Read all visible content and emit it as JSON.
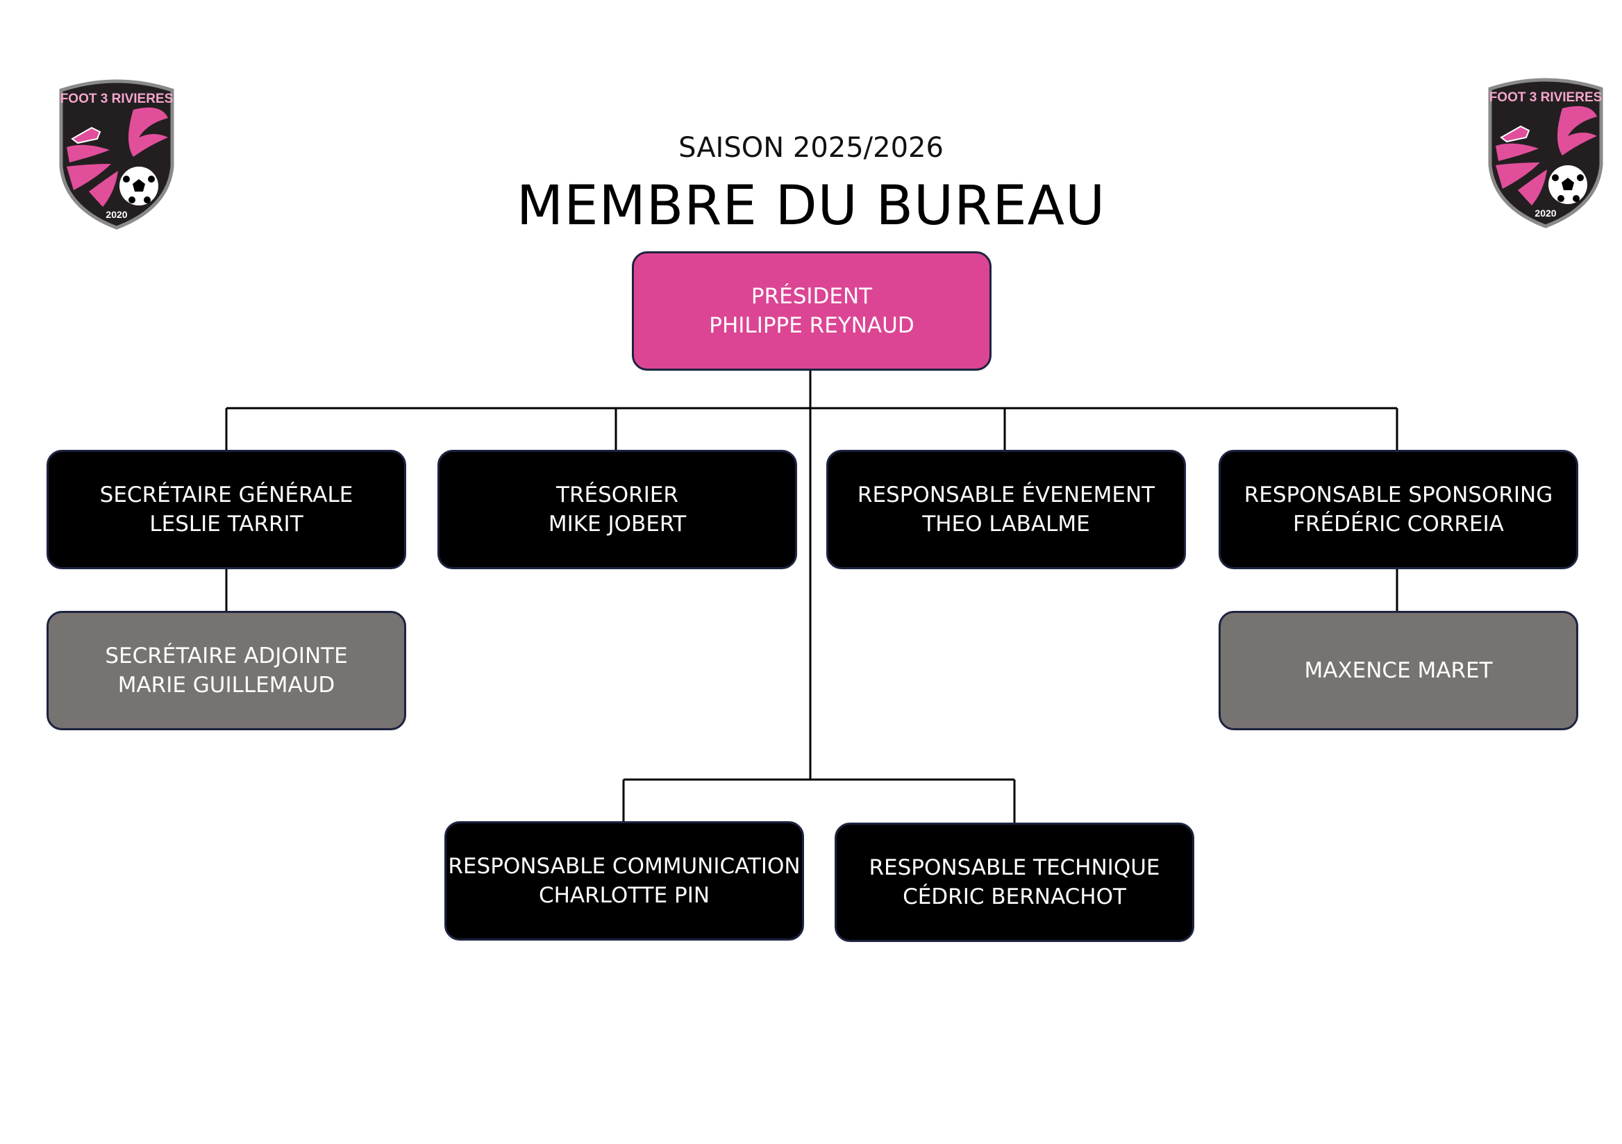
{
  "header": {
    "season": "SAISON 2025/2026",
    "title": "MEMBRE DU BUREAU"
  },
  "logo": {
    "text_top": "FOOT 3 RIVIERES",
    "text_bottom": "2020",
    "colors": {
      "shield": "#231f20",
      "accent": "#e14f9b",
      "border": "#8a8a8a"
    }
  },
  "colors": {
    "president": "#dc4594",
    "member": "#000000",
    "deputy": "#777371",
    "line": "#000000"
  },
  "org": {
    "president": {
      "role": "PRÉSIDENT",
      "name": "PHILIPPE REYNAUD"
    },
    "secretary": {
      "role": "SECRÉTAIRE GÉNÉRALE",
      "name": "LESLIE TARRIT"
    },
    "treasurer": {
      "role": "TRÉSORIER",
      "name": "MIKE JOBERT"
    },
    "events": {
      "role": "RESPONSABLE ÉVENEMENT",
      "name": "THEO LABALME"
    },
    "sponsoring": {
      "role": "RESPONSABLE SPONSORING",
      "name": "FRÉDÉRIC CORREIA"
    },
    "deputy_secretary": {
      "role": "SECRÉTAIRE ADJOINTE",
      "name": "MARIE GUILLEMAUD"
    },
    "sponsoring_deputy": {
      "name": "MAXENCE MARET"
    },
    "communication": {
      "role": "RESPONSABLE COMMUNICATION",
      "name": "CHARLOTTE PIN"
    },
    "technical": {
      "role": "RESPONSABLE TECHNIQUE",
      "name": "CÉDRIC BERNACHOT"
    }
  }
}
